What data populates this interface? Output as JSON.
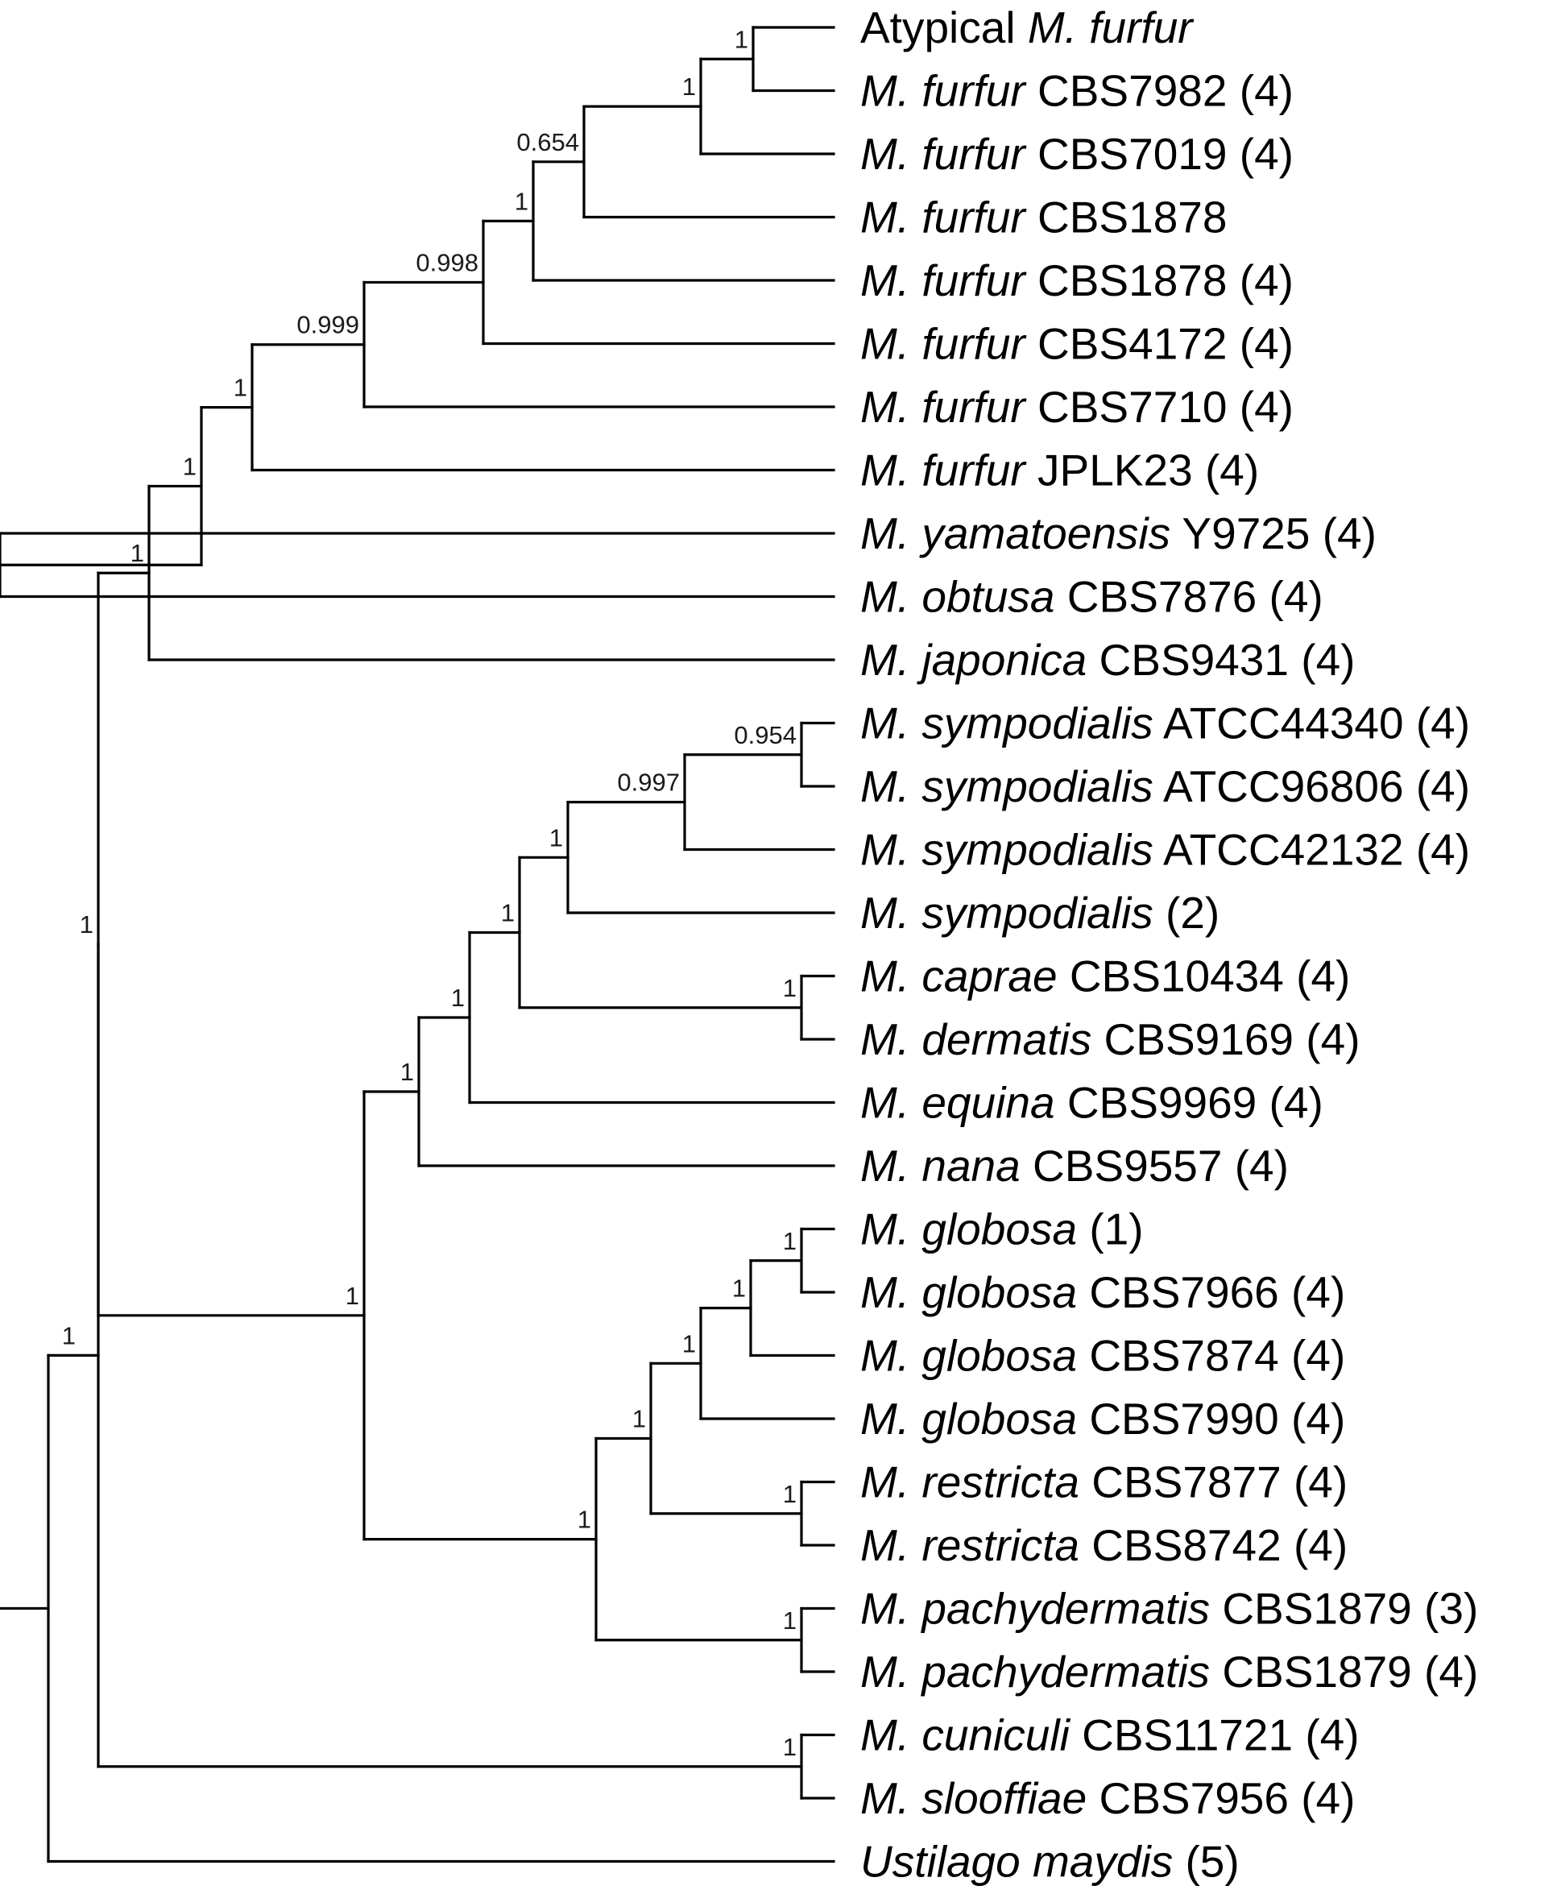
{
  "tree": {
    "root": {
      "support": "",
      "children": [
        {
          "support": "1",
          "children": [
            {
              "support": "1",
              "children": [
                {
                  "support": "1",
                  "children": [
                    {
                      "support": "1",
                      "children": [
                        {
                          "support": "0.999",
                          "children": [
                            {
                              "support": "0.998",
                              "children": [
                                {
                                  "support": "1",
                                  "children": [
                                    {
                                      "support": "0.654",
                                      "children": [
                                        {
                                          "support": "1",
                                          "children": [
                                            {
                                              "support": "1",
                                              "children": [
                                                {
                                                  "leaf": 0
                                                },
                                                {
                                                  "leaf": 1
                                                }
                                              ]
                                            },
                                            {
                                              "leaf": 2
                                            }
                                          ]
                                        },
                                        {
                                          "leaf": 3
                                        }
                                      ]
                                    },
                                    {
                                      "leaf": 4
                                    }
                                  ]
                                },
                                {
                                  "leaf": 5
                                }
                              ]
                            },
                            {
                              "leaf": 6
                            }
                          ]
                        },
                        {
                          "leaf": 7
                        }
                      ]
                    },
                    {
                      "support": "1",
                      "children": [
                        {
                          "leaf": 8
                        },
                        {
                          "leaf": 9
                        }
                      ]
                    }
                  ]
                },
                {
                  "leaf": 10
                }
              ]
            },
            {
              "support": "1",
              "children": [
                {
                  "support": "1",
                  "children": [
                    {
                      "support": "1",
                      "children": [
                        {
                          "support": "1",
                          "children": [
                            {
                              "support": "1",
                              "children": [
                                {
                                  "support": "0.997",
                                  "children": [
                                    {
                                      "support": "0.954",
                                      "children": [
                                        {
                                          "leaf": 11
                                        },
                                        {
                                          "leaf": 12
                                        }
                                      ]
                                    },
                                    {
                                      "leaf": 13
                                    }
                                  ]
                                },
                                {
                                  "leaf": 14
                                }
                              ]
                            },
                            {
                              "support": "1",
                              "children": [
                                {
                                  "leaf": 15
                                },
                                {
                                  "leaf": 16
                                }
                              ]
                            }
                          ]
                        },
                        {
                          "leaf": 17
                        }
                      ]
                    },
                    {
                      "leaf": 18
                    }
                  ]
                },
                {
                  "support": "1",
                  "children": [
                    {
                      "support": "1",
                      "children": [
                        {
                          "support": "1",
                          "children": [
                            {
                              "support": "1",
                              "children": [
                                {
                                  "support": "1",
                                  "children": [
                                    {
                                      "leaf": 19
                                    },
                                    {
                                      "leaf": 20
                                    }
                                  ]
                                },
                                {
                                  "leaf": 21
                                }
                              ]
                            },
                            {
                              "leaf": 22
                            }
                          ]
                        },
                        {
                          "support": "1",
                          "children": [
                            {
                              "leaf": 23
                            },
                            {
                              "leaf": 24
                            }
                          ]
                        }
                      ]
                    },
                    {
                      "support": "1",
                      "children": [
                        {
                          "leaf": 25
                        },
                        {
                          "leaf": 26
                        }
                      ]
                    }
                  ]
                }
              ]
            }
          ]
        },
        {
          "support": "1",
          "children": [
            {
              "leaf": 27
            },
            {
              "leaf": 28
            }
          ]
        }
      ]
    },
    "outgroup": {
      "leaf": 29
    }
  },
  "leaves": [
    {
      "prefix": "Atypical ",
      "genus": "M.  furfur",
      "strain": ""
    },
    {
      "prefix": "",
      "genus": "M. furfur",
      "strain": " CBS7982 (4)"
    },
    {
      "prefix": "",
      "genus": "M. furfur",
      "strain": " CBS7019 (4)"
    },
    {
      "prefix": "",
      "genus": "M. furfur",
      "strain": " CBS1878"
    },
    {
      "prefix": "",
      "genus": "M. furfur",
      "strain": " CBS1878 (4)"
    },
    {
      "prefix": "",
      "genus": "M. furfur",
      "strain": " CBS4172 (4)"
    },
    {
      "prefix": "",
      "genus": "M. furfur",
      "strain": " CBS7710 (4)"
    },
    {
      "prefix": "",
      "genus": "M. furfur",
      "strain": " JPLK23 (4)"
    },
    {
      "prefix": "",
      "genus": "M. yamatoensis",
      "strain": " Y9725 (4)"
    },
    {
      "prefix": "",
      "genus": "M. obtusa",
      "strain": " CBS7876 (4)"
    },
    {
      "prefix": "",
      "genus": "M. japonica",
      "strain": " CBS9431 (4)"
    },
    {
      "prefix": "",
      "genus": "M. sympodialis",
      "strain": " ATCC44340 (4)"
    },
    {
      "prefix": "",
      "genus": "M. sympodialis",
      "strain": " ATCC96806 (4)"
    },
    {
      "prefix": "",
      "genus": "M. sympodialis",
      "strain": " ATCC42132 (4)"
    },
    {
      "prefix": "",
      "genus": "M. sympodialis",
      "strain": " (2)"
    },
    {
      "prefix": "",
      "genus": "M. caprae",
      "strain": " CBS10434 (4)"
    },
    {
      "prefix": "",
      "genus": "M. dermatis",
      "strain": " CBS9169 (4)"
    },
    {
      "prefix": "",
      "genus": "M. equina",
      "strain": " CBS9969 (4)"
    },
    {
      "prefix": "",
      "genus": "M. nana",
      "strain": " CBS9557 (4)"
    },
    {
      "prefix": "",
      "genus": "M. globosa",
      "strain": " (1)"
    },
    {
      "prefix": "",
      "genus": "M. globosa",
      "strain": " CBS7966 (4)"
    },
    {
      "prefix": "",
      "genus": "M. globosa",
      "strain": " CBS7874 (4)"
    },
    {
      "prefix": "",
      "genus": "M. globosa",
      "strain": " CBS7990 (4)"
    },
    {
      "prefix": "",
      "genus": "M. restricta",
      "strain": " CBS7877 (4)"
    },
    {
      "prefix": "",
      "genus": "M. restricta",
      "strain": " CBS8742 (4)"
    },
    {
      "prefix": "",
      "genus": "M. pachydermatis",
      "strain": " CBS1879 (3)"
    },
    {
      "prefix": "",
      "genus": "M. pachydermatis",
      "strain": " CBS1879 (4)"
    },
    {
      "prefix": "",
      "genus": "M. cuniculi",
      "strain": " CBS11721 (4)"
    },
    {
      "prefix": "",
      "genus": "M. slooffiae",
      "strain": " CBS7956 (4)"
    },
    {
      "prefix": "",
      "genus": "Ustilago maydis",
      "strain": " (5)"
    }
  ],
  "style": {
    "line_color": "#000000",
    "text_color": "#000000"
  }
}
